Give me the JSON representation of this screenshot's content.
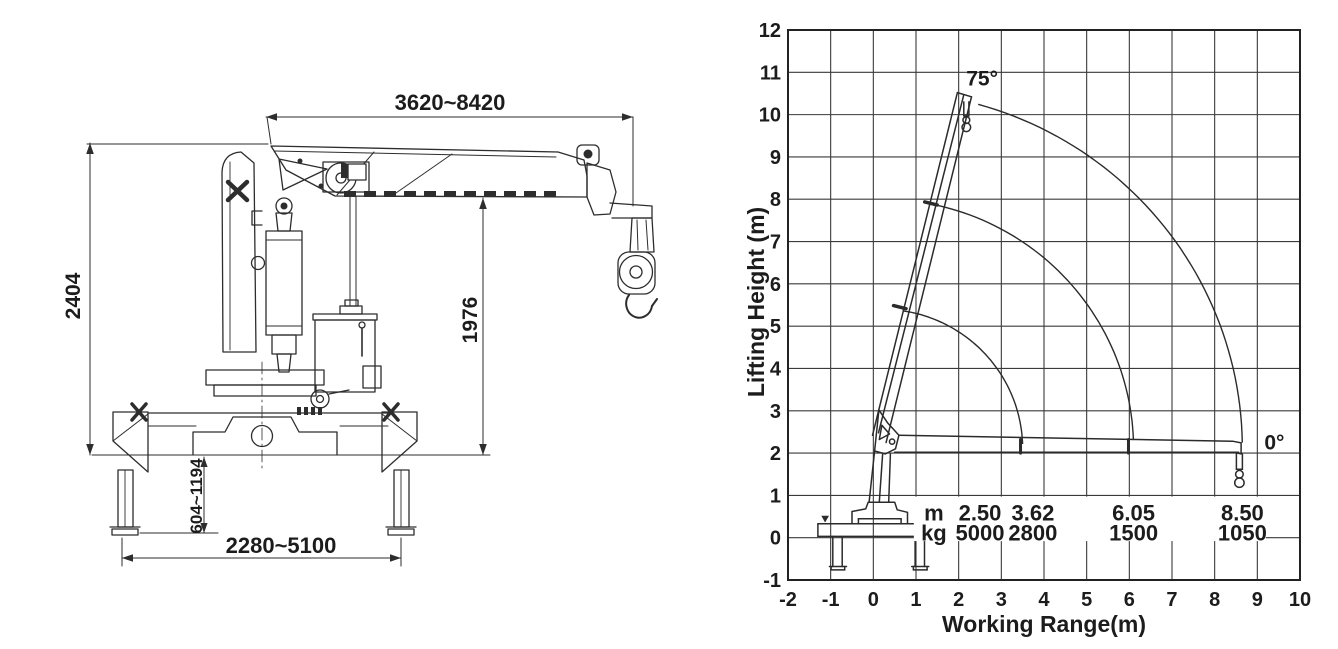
{
  "page": {
    "background": "#ffffff"
  },
  "left_drawing": {
    "dim_boom_length": "3620~8420",
    "dim_overall_height": "2404",
    "dim_boom_underside_height": "1976",
    "dim_outrigger_leg_stroke": "604~1194",
    "dim_outrigger_span": "2280~5100",
    "line_color": "#2d2d2d"
  },
  "chart_data": {
    "type": "line",
    "title": "",
    "xlabel": "Working Range(m)",
    "ylabel": "Lifting Height (m)",
    "xlim": [
      -2,
      10
    ],
    "ylim": [
      -1,
      12
    ],
    "xticks": [
      -2,
      -1,
      0,
      1,
      2,
      3,
      4,
      5,
      6,
      7,
      8,
      9,
      10
    ],
    "yticks": [
      -1,
      0,
      1,
      2,
      3,
      4,
      5,
      6,
      7,
      8,
      9,
      10,
      11,
      12
    ],
    "grid": true,
    "grid_color": "#3a3a3a",
    "border_color": "#222222",
    "angle_labels": [
      {
        "label": "75°",
        "x": 2.55,
        "y": 10.85
      },
      {
        "label": "0°",
        "x": 9.4,
        "y": 2.25
      }
    ],
    "capacity_table": {
      "row_labels": [
        "m",
        "kg"
      ],
      "label_x": 1.42,
      "rows_y": [
        0.6,
        0.12
      ],
      "entries": [
        {
          "reach_m": "2.50",
          "capacity_kg": "5000",
          "x": 2.5
        },
        {
          "reach_m": "3.62",
          "capacity_kg": "2800",
          "x": 3.74
        },
        {
          "reach_m": "6.05",
          "capacity_kg": "1500",
          "x": 6.1
        },
        {
          "reach_m": "8.50",
          "capacity_kg": "1050",
          "x": 8.65
        }
      ]
    },
    "boom_tip_arcs": {
      "center": [
        0.2,
        2.1
      ],
      "arcs": [
        {
          "radius": 3.3,
          "from_deg": 2,
          "to_deg": 82
        },
        {
          "radius": 5.9,
          "from_deg": 2,
          "to_deg": 79
        },
        {
          "radius": 8.45,
          "from_deg": 1,
          "to_deg": 75.5
        }
      ]
    },
    "boom_section_marks_75deg": [
      [
        0.62,
        5.45
      ],
      [
        1.35,
        7.9
      ]
    ],
    "boom_section_marks_0deg_x": [
      3.45,
      5.98
    ]
  }
}
